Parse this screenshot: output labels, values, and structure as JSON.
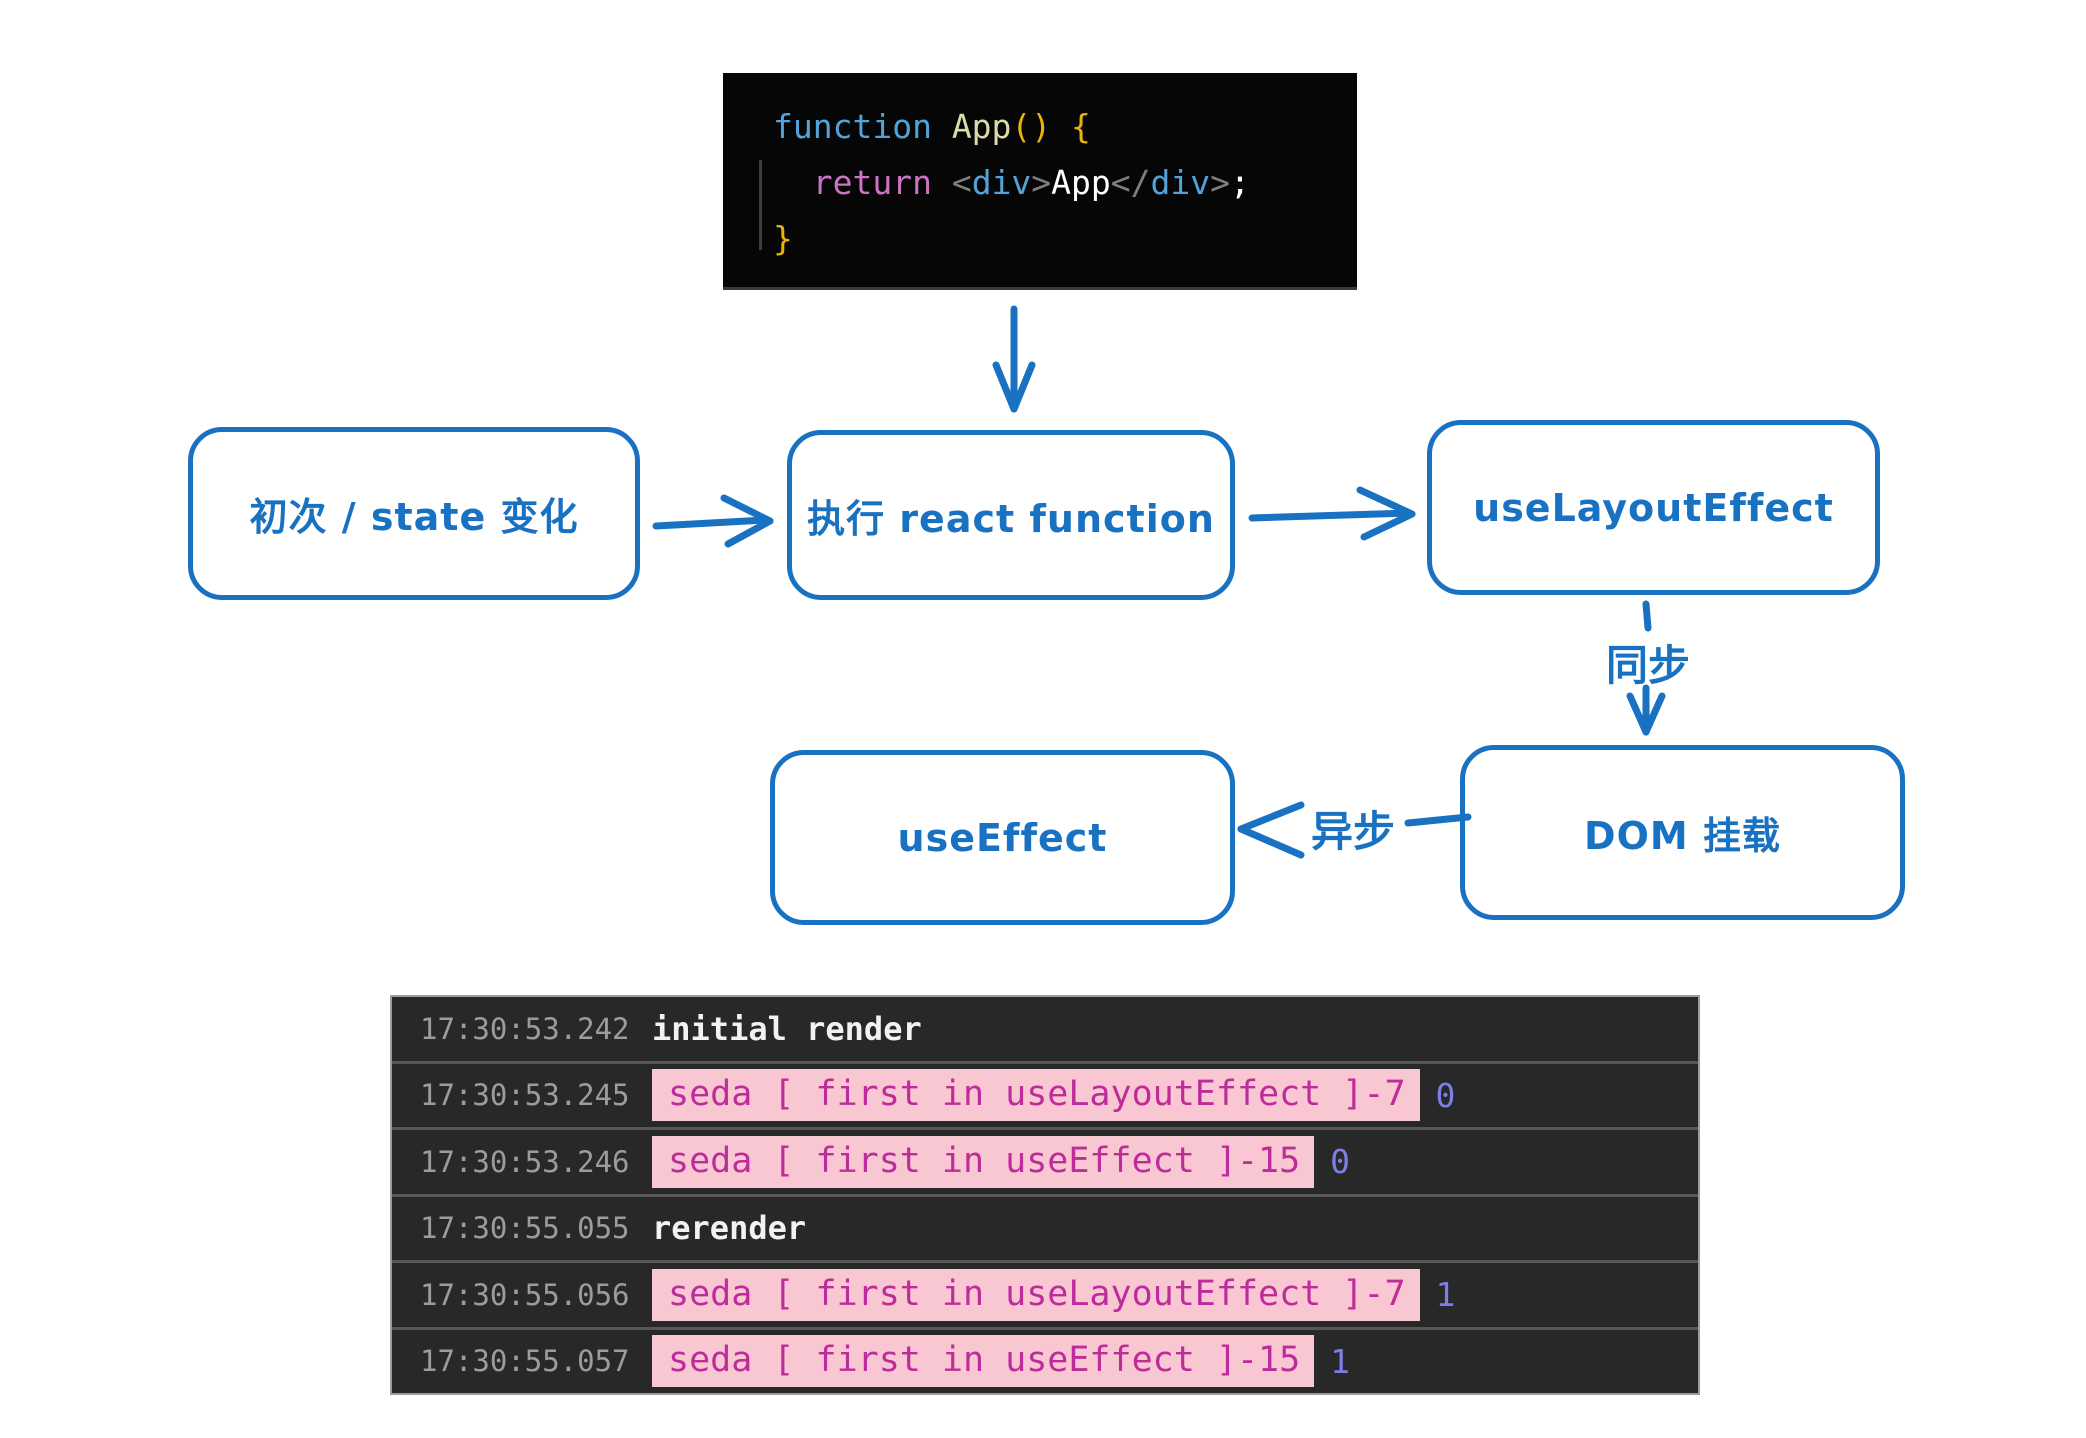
{
  "colors": {
    "diagram_blue": "#1971c2",
    "code_background": "#060606",
    "console_background": "#282828",
    "badge_background": "#F9C7D2",
    "badge_text": "#BE2B9A",
    "value_purple": "#7E7EE8"
  },
  "code": {
    "lines": [
      {
        "tokens": [
          {
            "t": "function "
          },
          {
            "t": "App"
          },
          {
            "t": "() {"
          }
        ]
      },
      {
        "tokens": [
          {
            "t": "  return "
          },
          {
            "t": "<"
          },
          {
            "t": "div"
          },
          {
            "t": ">"
          },
          {
            "t": "App"
          },
          {
            "t": "</"
          },
          {
            "t": "div"
          },
          {
            "t": ">"
          },
          {
            "t": ";"
          }
        ]
      },
      {
        "tokens": [
          {
            "t": "}"
          }
        ]
      }
    ]
  },
  "diagram": {
    "box_trigger": "初次 / state 变化",
    "box_render": "执行 react function",
    "box_layout_effect": "useLayoutEffect",
    "box_dom": "DOM 挂载",
    "box_effect": "useEffect",
    "label_sync": "同步",
    "label_async": "异步"
  },
  "console": {
    "rows": [
      {
        "time": "17:30:53.242",
        "text": "initial render"
      },
      {
        "time": "17:30:53.245",
        "badge": "seda [ first in useLayoutEffect ]-7",
        "value": "0"
      },
      {
        "time": "17:30:53.246",
        "badge": "seda [ first in useEffect ]-15",
        "value": "0"
      },
      {
        "time": "17:30:55.055",
        "text": "rerender"
      },
      {
        "time": "17:30:55.056",
        "badge": "seda [ first in useLayoutEffect ]-7",
        "value": "1"
      },
      {
        "time": "17:30:55.057",
        "badge": "seda [ first in useEffect ]-15",
        "value": "1"
      }
    ]
  }
}
